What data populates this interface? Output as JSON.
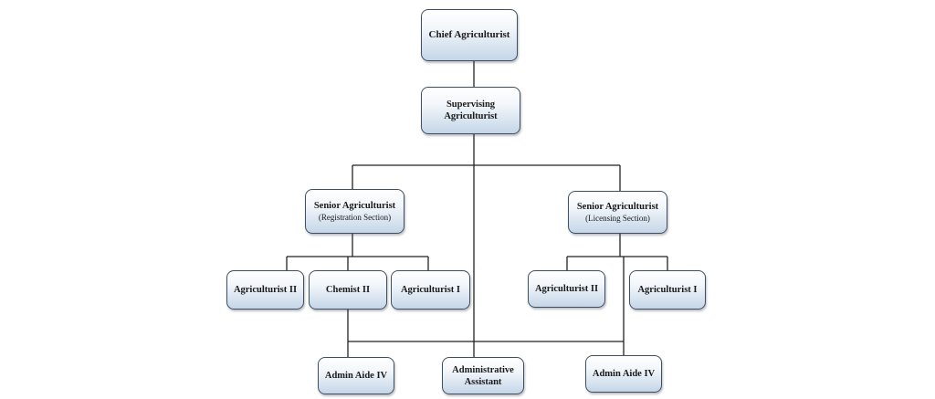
{
  "org_chart": {
    "chief": {
      "title": "Chief Agriculturist"
    },
    "supervising": {
      "title": "Supervising Agriculturist"
    },
    "senior_registration": {
      "title": "Senior Agriculturist",
      "subtitle": "(Registration Section)"
    },
    "senior_licensing": {
      "title": "Senior Agriculturist",
      "subtitle": "(Licensing Section)"
    },
    "agriculturist_ii_reg": {
      "title": "Agriculturist II"
    },
    "chemist_ii": {
      "title": "Chemist II"
    },
    "agriculturist_i_reg": {
      "title": "Agriculturist I"
    },
    "agriculturist_ii_lic": {
      "title": "Agriculturist II"
    },
    "agriculturist_i_lic": {
      "title": "Agriculturist I"
    },
    "admin_aide_left": {
      "title": "Admin Aide IV"
    },
    "administrative_assistant": {
      "title": "Administrative Assistant"
    },
    "admin_aide_right": {
      "title": "Admin Aide IV"
    }
  },
  "colors": {
    "box_border": "#3f4f60",
    "box_fill_top": "#ffffff",
    "box_fill_bottom": "#c5d6e8",
    "connector": "#222222"
  }
}
